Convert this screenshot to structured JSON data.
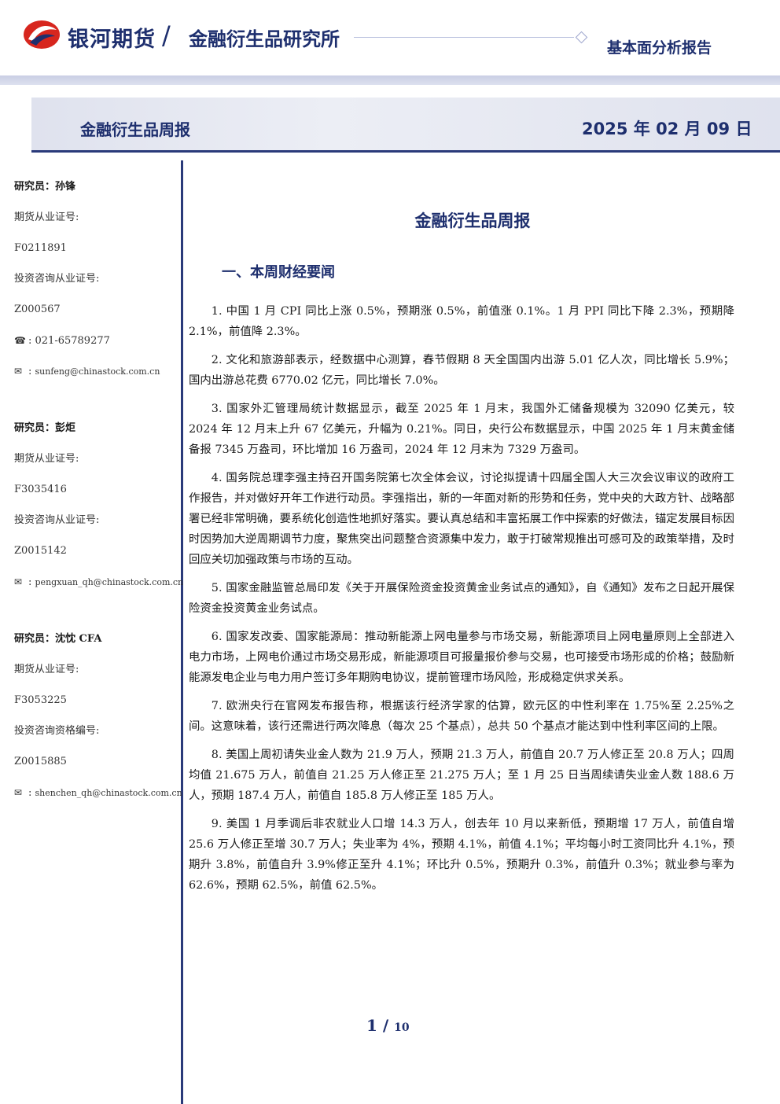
{
  "header": {
    "brand": "银河期货",
    "separator": "/",
    "institute": "金融衍生品研究所",
    "report_type": "基本面分析报告"
  },
  "title_band": {
    "title": "金融衍生品周报",
    "date": "2025 年 02 月 09 日"
  },
  "colors": {
    "navy": "#1e2f6e",
    "logo_red": "#d7261e"
  },
  "analysts": [
    {
      "name": "研究员：孙锋",
      "license_label": "期货从业证号:",
      "license": "F0211891",
      "consult_label": "投资咨询从业证号:",
      "consult": "Z000567",
      "phone_icon": "phone-icon",
      "phone": "021-65789277",
      "email_icon": "mail-icon",
      "email": "sunfeng@chinastock.com.cn"
    },
    {
      "name": "研究员：彭炬",
      "license_label": "期货从业证号:",
      "license": "F3035416",
      "consult_label": "投资咨询从业证号:",
      "consult": "Z0015142",
      "email_icon": "mail-icon",
      "email": "pengxuan_qh@chinastock.com.cn"
    },
    {
      "name": "研究员：沈忱 CFA",
      "license_label": "期货从业证号:",
      "license": "F3053225",
      "consult_label": "投资咨询资格编号:",
      "consult": "Z0015885",
      "email_icon": "mail-icon",
      "email": "shenchen_qh@chinastock.com.cn"
    }
  ],
  "main": {
    "title": "金融衍生品周报",
    "section": "一、本周财经要闻",
    "paragraphs": [
      "1. 中国 1 月 CPI 同比上涨 0.5%，预期涨 0.5%，前值涨 0.1%。1 月 PPI 同比下降 2.3%，预期降 2.1%，前值降 2.3%。",
      "2. 文化和旅游部表示，经数据中心测算，春节假期 8 天全国国内出游 5.01 亿人次，同比增长 5.9%；国内出游总花费 6770.02 亿元，同比增长 7.0%。",
      "3. 国家外汇管理局统计数据显示，截至 2025 年 1 月末，我国外汇储备规模为 32090 亿美元，较 2024 年 12 月末上升 67 亿美元，升幅为 0.21%。同日，央行公布数据显示，中国 2025 年 1 月末黄金储备报 7345 万盎司，环比增加 16 万盎司，2024 年 12 月末为 7329 万盎司。",
      "4. 国务院总理李强主持召开国务院第七次全体会议，讨论拟提请十四届全国人大三次会议审议的政府工作报告，并对做好开年工作进行动员。李强指出，新的一年面对新的形势和任务，党中央的大政方针、战略部署已经非常明确，要系统化创造性地抓好落实。要认真总结和丰富拓展工作中探索的好做法，锚定发展目标因时因势加大逆周期调节力度，聚焦突出问题整合资源集中发力，敢于打破常规推出可感可及的政策举措，及时回应关切加强政策与市场的互动。",
      "5. 国家金融监管总局印发《关于开展保险资金投资黄金业务试点的通知》，自《通知》发布之日起开展保险资金投资黄金业务试点。",
      "6. 国家发改委、国家能源局：推动新能源上网电量参与市场交易，新能源项目上网电量原则上全部进入电力市场，上网电价通过市场交易形成，新能源项目可报量报价参与交易，也可接受市场形成的价格；鼓励新能源发电企业与电力用户签订多年期购电协议，提前管理市场风险，形成稳定供求关系。",
      "7. 欧洲央行在官网发布报告称，根据该行经济学家的估算，欧元区的中性利率在 1.75%至 2.25%之间。这意味着，该行还需进行两次降息（每次 25 个基点），总共 50 个基点才能达到中性利率区间的上限。",
      "8. 美国上周初请失业金人数为 21.9 万人，预期 21.3 万人，前值自 20.7 万人修正至 20.8 万人；四周均值 21.675 万人，前值自 21.25 万人修正至 21.275 万人；至 1 月 25 日当周续请失业金人数 188.6 万人，预期 187.4 万人，前值自 185.8 万人修正至 185 万人。",
      "9. 美国 1 月季调后非农就业人口增 14.3 万人，创去年 10 月以来新低，预期增 17 万人，前值自增 25.6 万人修正至增 30.7 万人；失业率为 4%，预期 4.1%，前值 4.1%；平均每小时工资同比升 4.1%，预期升 3.8%，前值自升 3.9%修正至升 4.1%；环比升 0.5%，预期升 0.3%，前值升 0.3%；就业参与率为 62.6%，预期 62.5%，前值 62.5%。"
    ]
  },
  "pagination": {
    "current": "1",
    "separator": "/",
    "total": "10"
  }
}
